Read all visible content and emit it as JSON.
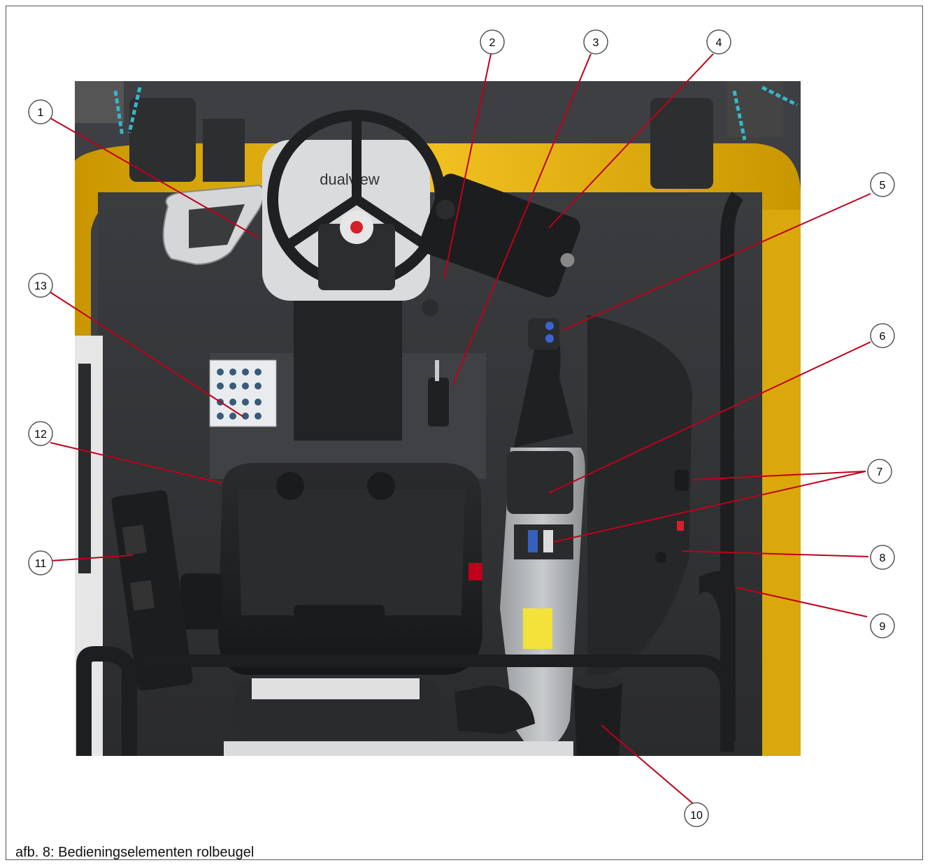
{
  "caption": "afb. 8: Bedieningselementen rolbeugel",
  "steering_wheel_logo": "dualview",
  "callouts": [
    {
      "n": "1"
    },
    {
      "n": "2"
    },
    {
      "n": "3"
    },
    {
      "n": "4"
    },
    {
      "n": "5"
    },
    {
      "n": "6"
    },
    {
      "n": "7"
    },
    {
      "n": "8"
    },
    {
      "n": "9"
    },
    {
      "n": "10"
    },
    {
      "n": "11"
    },
    {
      "n": "12"
    },
    {
      "n": "13"
    }
  ],
  "colors": {
    "machine_yellow": "#e8b414",
    "dark_panel": "#2f3133",
    "leader_line": "#c0001a",
    "seat": "#1e1f21",
    "chain": "#38b6c9"
  }
}
